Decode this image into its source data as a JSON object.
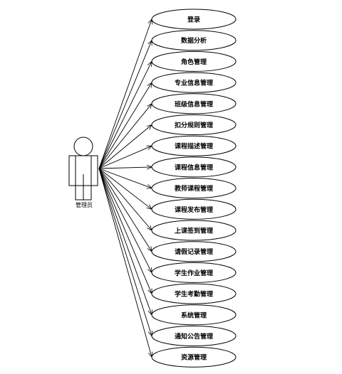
{
  "actor": {
    "name": "管理员"
  },
  "use_cases": [
    {
      "label": "登录"
    },
    {
      "label": "数据分析"
    },
    {
      "label": "角色管理"
    },
    {
      "label": "专业信息管理"
    },
    {
      "label": "班级信息管理"
    },
    {
      "label": "扣分规则管理"
    },
    {
      "label": "课程描述管理"
    },
    {
      "label": "课程信息管理"
    },
    {
      "label": "教师课程管理"
    },
    {
      "label": "课程发布管理"
    },
    {
      "label": "上课签到管理"
    },
    {
      "label": "请假记录管理"
    },
    {
      "label": "学生作业管理"
    },
    {
      "label": "学生考勤管理"
    },
    {
      "label": "系统管理"
    },
    {
      "label": "通知公告管理"
    },
    {
      "label": "资源管理"
    }
  ],
  "colors": {
    "stroke": "#000000",
    "fill": "#ffffff"
  }
}
